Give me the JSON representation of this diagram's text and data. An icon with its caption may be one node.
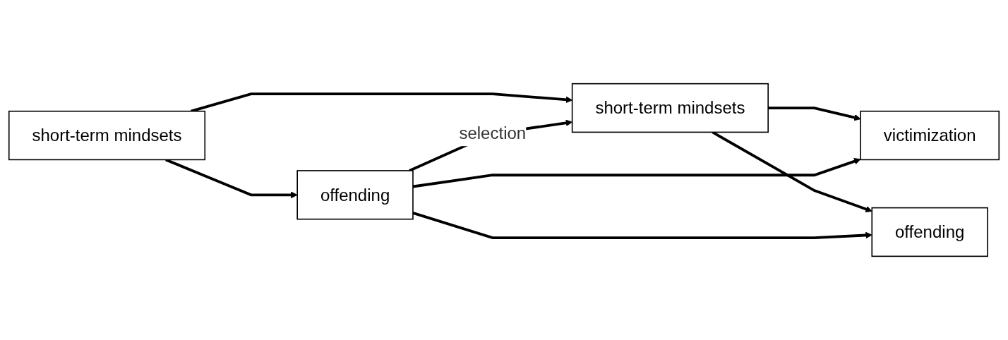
{
  "diagram": {
    "nodes": [
      {
        "text": [
          "short-term mindsets"
        ]
      },
      {
        "text": [
          "short-term mindsets"
        ]
      },
      {
        "text": [
          "victimization"
        ]
      },
      {
        "text": [
          "offending"
        ]
      },
      {
        "text": [
          "offending"
        ]
      }
    ],
    "edges": [
      {
        "from": 0,
        "to": 1,
        "arrow": "to"
      },
      {
        "from": 0,
        "to": 3,
        "arrow": "to"
      },
      {
        "from": 3,
        "to": 1,
        "arrow": "to",
        "label": "selection"
      },
      {
        "from": 1,
        "to": 2,
        "arrow": "to"
      },
      {
        "from": 1,
        "to": 4,
        "arrow": "to"
      },
      {
        "from": 3,
        "to": 2,
        "arrow": "to"
      },
      {
        "from": 3,
        "to": 4,
        "arrow": "to"
      }
    ]
  }
}
